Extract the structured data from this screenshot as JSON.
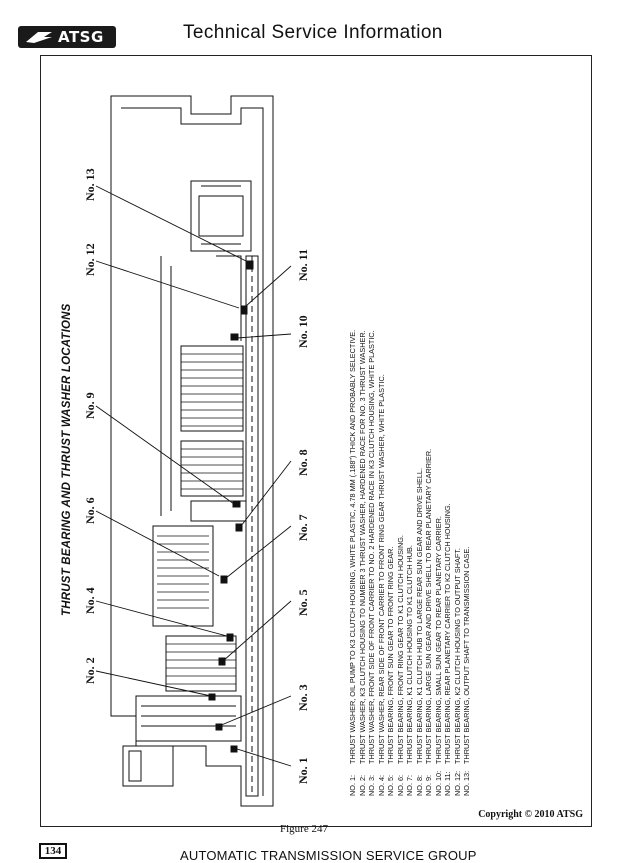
{
  "header": {
    "logo_text": "ATSG",
    "title": "Technical Service Information"
  },
  "figure": {
    "section_title": "THRUST BEARING AND THRUST WASHER LOCATIONS",
    "callouts": [
      "No. 1",
      "No. 2",
      "No. 3",
      "No. 4",
      "No. 5",
      "No. 6",
      "No. 7",
      "No. 8",
      "No. 9",
      "No. 10",
      "No. 11",
      "No. 12",
      "No. 13"
    ],
    "legend": [
      {
        "num": "NO. 1:",
        "text": "THRUST WASHER, OIL PUMP TO K3 CLUTCH HOUSING, WHITE PLASTIC, 4.78 MM (.188\") THICK AND PROBABLY SELECTIVE."
      },
      {
        "num": "NO. 2:",
        "text": "THRUST WASHER, K3 CLUTCH HOUSING TO NUMBER 3 THRUST WASHER, HARDENED RACE FOR NO. 3 THRUST WASHER."
      },
      {
        "num": "NO. 3:",
        "text": "THRUST WASHER, FRONT SIDE OF FRONT CARRIER TO NO. 2 HARDENED RACE IN K3 CLUTCH HOUSING, WHITE PLASTIC."
      },
      {
        "num": "NO. 4:",
        "text": "THRUST WASHER, REAR SIDE OF FRONT CARRIER TO FRONT RING GEAR THRUST WASHER, WHITE PLASTIC."
      },
      {
        "num": "NO. 5:",
        "text": "THRUST BEARING, FRONT SUN GEAR TO FRONT RING GEAR."
      },
      {
        "num": "NO. 6:",
        "text": "THRUST BEARING, FRONT RING GEAR TO K1 CLUTCH HOUSING."
      },
      {
        "num": "NO. 7:",
        "text": "THRUST BEARING, K1 CLUTCH HOUSING TO K1 CLUTCH HUB."
      },
      {
        "num": "NO. 8:",
        "text": "THRUST BEARING, K1 CLUTCH HUB TO LARGE REAR SUN GEAR AND DRIVE SHELL."
      },
      {
        "num": "NO. 9:",
        "text": "THRUST BEARING, LARGE SUN GEAR AND DRIVE SHELL TO REAR PLANETARY CARRIER."
      },
      {
        "num": "NO. 10:",
        "text": "THRUST BEARING, SMALL SUN GEAR TO REAR PLANETARY CARRIER."
      },
      {
        "num": "NO. 11:",
        "text": "THRUST BEARING, REAR PLANETARY CARRIER TO K2 CLUTCH HOUSING."
      },
      {
        "num": "NO. 12:",
        "text": "THRUST BEARING, K2 CLUTCH HOUSING TO OUTPUT SHAFT."
      },
      {
        "num": "NO. 13:",
        "text": "THRUST BEARING, OUTPUT SHAFT TO TRANSMISSION CASE."
      }
    ],
    "copyright": "Copyright © 2010 ATSG",
    "caption": "Figure 247"
  },
  "footer": {
    "page_number": "134",
    "text": "AUTOMATIC TRANSMISSION SERVICE GROUP"
  },
  "colors": {
    "ink": "#111111",
    "paper": "#ffffff"
  }
}
